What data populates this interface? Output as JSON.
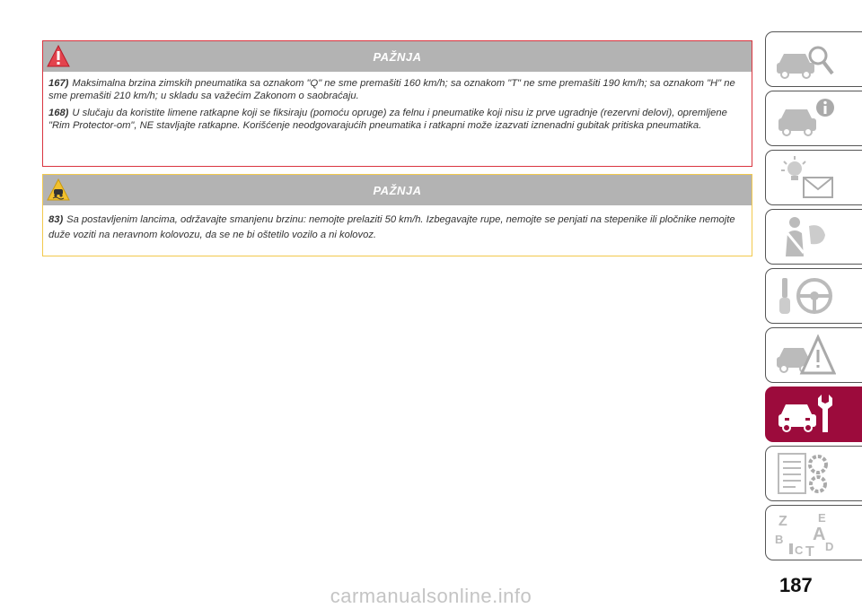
{
  "warnings": [
    {
      "title": "PAŽNJA",
      "items": [
        {
          "num": "167)",
          "text": "Maksimalna brzina zimskih pneumatika sa oznakom \"Q\" ne sme premašiti 160 km/h; sa oznakom \"T\" ne sme premašiti 190 km/h; sa oznakom \"H\" ne sme premašiti 210 km/h; u skladu sa važećim Zakonom o saobraćaju."
        },
        {
          "num": "168)",
          "text": "U slučaju da koristite limene ratkapne koji se fiksiraju (pomoću opruge) za felnu i pneumatike koji nisu iz prve ugradnje (rezervni delovi), opremljene \"Rim Protector-om\", NE stavljajte ratkapne. Korišćenje neodgovarajućih pneumatika i ratkapni može izazvati iznenadni gubitak pritiska pneumatika."
        }
      ]
    },
    {
      "title": "PAŽNJA",
      "items": [
        {
          "num": "83)",
          "text": "Sa postavljenim lancima, održavajte smanjenu brzinu: nemojte prelaziti 50 km/h. Izbegavajte rupe, nemojte se penjati na stepenike ili pločnike nemojte duže voziti na neravnom kolovozu, da se ne bi oštetilo vozilo a ni kolovoz."
        }
      ]
    }
  ],
  "sidebar": {
    "tabs": [
      {
        "icon": "car-search-icon",
        "active": false
      },
      {
        "icon": "car-info-icon",
        "active": false
      },
      {
        "icon": "warning-light-message-icon",
        "active": false
      },
      {
        "icon": "seatbelt-airbag-icon",
        "active": false
      },
      {
        "icon": "key-steering-wheel-icon",
        "active": false
      },
      {
        "icon": "car-emergency-icon",
        "active": false
      },
      {
        "icon": "car-maintenance-icon",
        "active": true
      },
      {
        "icon": "specs-gears-icon",
        "active": false
      },
      {
        "icon": "alphabet-index-icon",
        "active": false,
        "letters": [
          "Z",
          "E",
          "B",
          "A",
          "D",
          "C",
          "T"
        ]
      }
    ]
  },
  "page_number": "187",
  "watermark": "carmanualsonline.info",
  "colors": {
    "accent": "#9c0b3c",
    "danger_border": "#d9353f",
    "caution_border": "#f2c94c",
    "header_bg": "#b3b3b3"
  }
}
